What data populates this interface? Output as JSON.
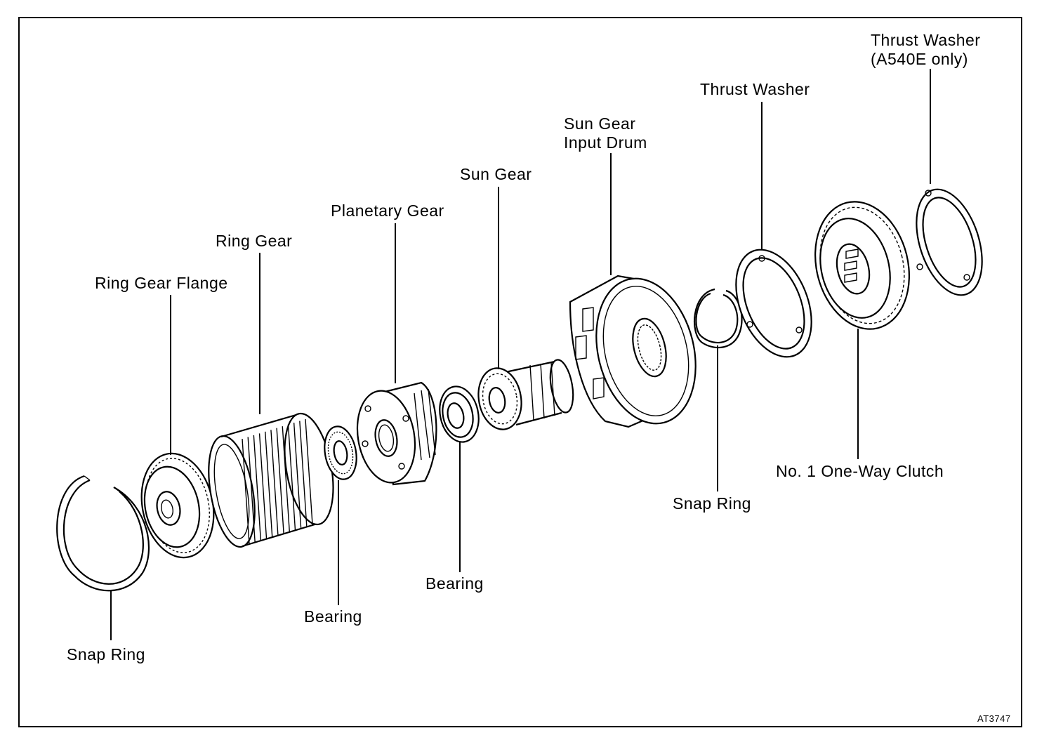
{
  "labels": {
    "thrust_washer_a540e_line1": "Thrust Washer",
    "thrust_washer_a540e_line2": "(A540E only)",
    "thrust_washer": "Thrust Washer",
    "sun_gear_input_drum_line1": "Sun Gear",
    "sun_gear_input_drum_line2": "Input Drum",
    "sun_gear": "Sun Gear",
    "planetary_gear": "Planetary Gear",
    "ring_gear": "Ring Gear",
    "ring_gear_flange": "Ring Gear Flange",
    "snap_ring_left": "Snap Ring",
    "bearing_left": "Bearing",
    "bearing_right": "Bearing",
    "snap_ring_right": "Snap Ring",
    "one_way_clutch": "No. 1 One-Way Clutch"
  },
  "figure_code": "AT3747"
}
